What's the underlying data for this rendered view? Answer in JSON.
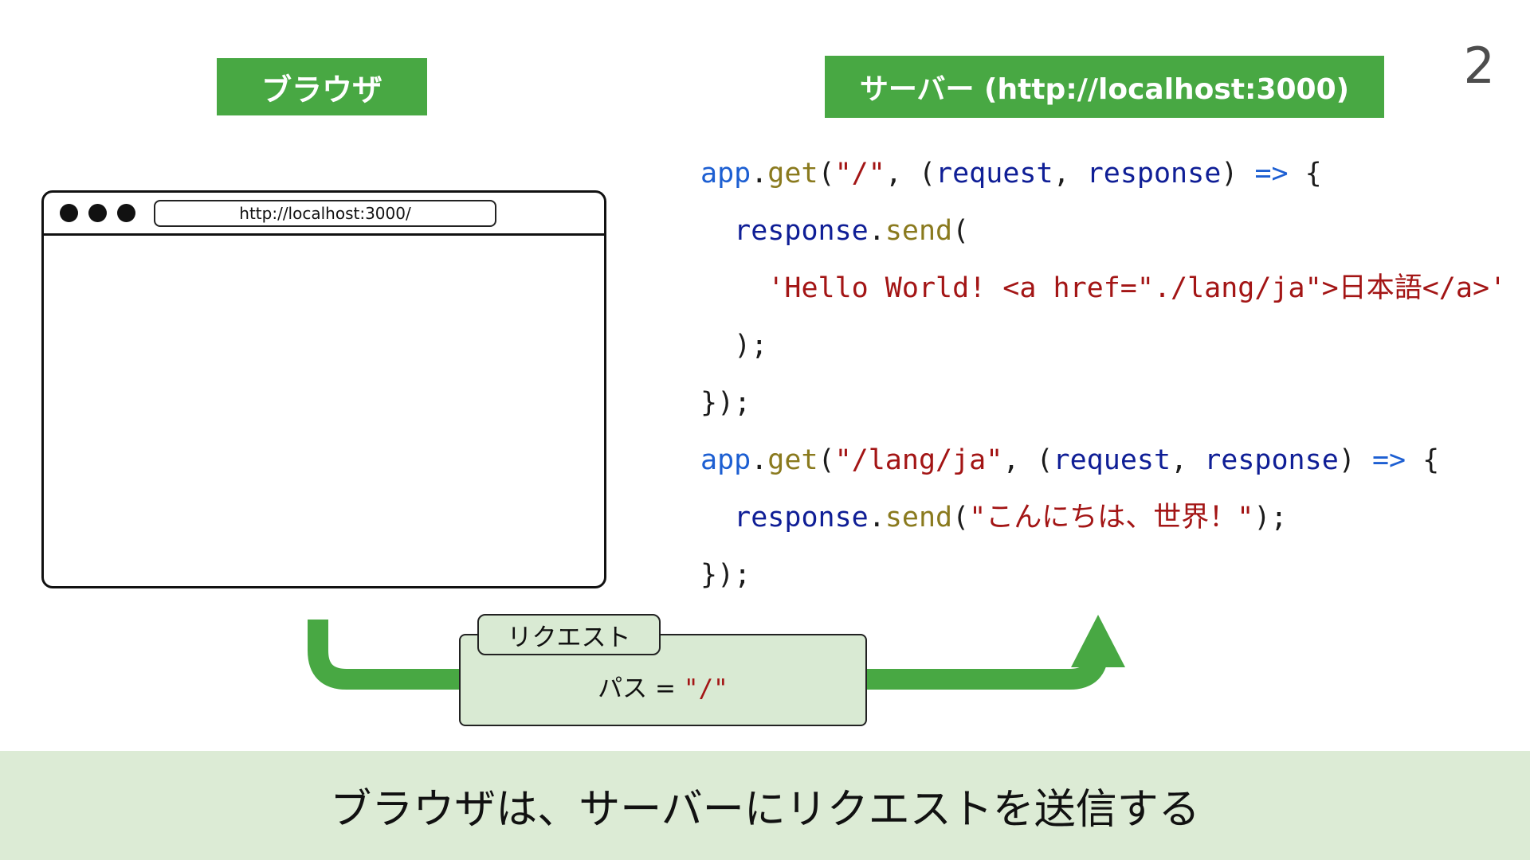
{
  "colors": {
    "green": "#48a843",
    "light_green": "#d9ead3",
    "caption_bg": "#dcebd5",
    "code_blue": "#1d5fd2",
    "code_navy": "#0f1e96",
    "code_olive": "#8a7a1e",
    "code_red": "#a31515",
    "code_plain": "#1c1c1c"
  },
  "page_number": "2",
  "labels": {
    "browser": "ブラウザ",
    "server": "サーバー (http://localhost:3000)"
  },
  "browser_window": {
    "url": "http://localhost:3000/"
  },
  "code_lines": [
    [
      {
        "t": "app",
        "c": "blue"
      },
      {
        "t": ".",
        "c": "plain"
      },
      {
        "t": "get",
        "c": "olive"
      },
      {
        "t": "(",
        "c": "plain"
      },
      {
        "t": "\"/\"",
        "c": "red"
      },
      {
        "t": ", (",
        "c": "plain"
      },
      {
        "t": "request",
        "c": "navy"
      },
      {
        "t": ", ",
        "c": "plain"
      },
      {
        "t": "response",
        "c": "navy"
      },
      {
        "t": ") ",
        "c": "plain"
      },
      {
        "t": "=>",
        "c": "blue"
      },
      {
        "t": " {",
        "c": "plain"
      }
    ],
    [
      {
        "t": "  ",
        "c": "plain"
      },
      {
        "t": "response",
        "c": "navy"
      },
      {
        "t": ".",
        "c": "plain"
      },
      {
        "t": "send",
        "c": "olive"
      },
      {
        "t": "(",
        "c": "plain"
      }
    ],
    [
      {
        "t": "    ",
        "c": "plain"
      },
      {
        "t": "'Hello World! <a href=\"./lang/ja\">日本語</a>'",
        "c": "red"
      }
    ],
    [
      {
        "t": "  );",
        "c": "plain"
      }
    ],
    [
      {
        "t": "});",
        "c": "plain"
      }
    ],
    [
      {
        "t": "app",
        "c": "blue"
      },
      {
        "t": ".",
        "c": "plain"
      },
      {
        "t": "get",
        "c": "olive"
      },
      {
        "t": "(",
        "c": "plain"
      },
      {
        "t": "\"/lang/ja\"",
        "c": "red"
      },
      {
        "t": ", (",
        "c": "plain"
      },
      {
        "t": "request",
        "c": "navy"
      },
      {
        "t": ", ",
        "c": "plain"
      },
      {
        "t": "response",
        "c": "navy"
      },
      {
        "t": ") ",
        "c": "plain"
      },
      {
        "t": "=>",
        "c": "blue"
      },
      {
        "t": " {",
        "c": "plain"
      }
    ],
    [
      {
        "t": "  ",
        "c": "plain"
      },
      {
        "t": "response",
        "c": "navy"
      },
      {
        "t": ".",
        "c": "plain"
      },
      {
        "t": "send",
        "c": "olive"
      },
      {
        "t": "(",
        "c": "plain"
      },
      {
        "t": "\"こんにちは、世界！\"",
        "c": "red"
      },
      {
        "t": ");",
        "c": "plain"
      }
    ],
    [
      {
        "t": "});",
        "c": "plain"
      }
    ]
  ],
  "request_box": {
    "title": "リクエスト",
    "path_label": "パス = ",
    "path_value": "\"/\""
  },
  "caption": "ブラウザは、サーバーにリクエストを送信する"
}
